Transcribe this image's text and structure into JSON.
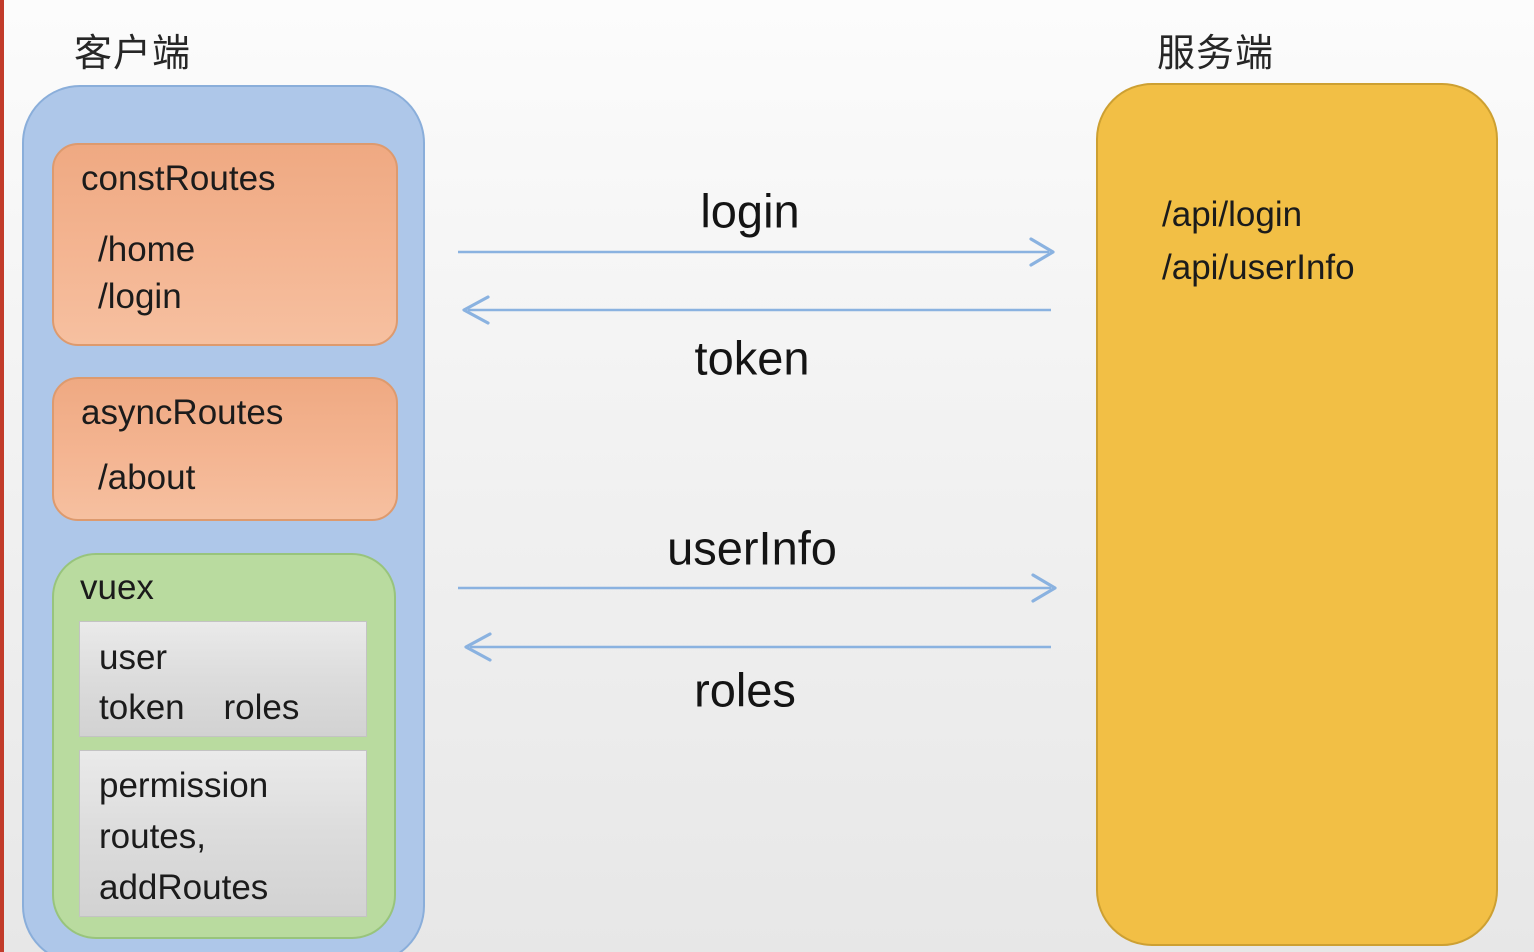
{
  "page": {
    "client": {
      "title": "客户端",
      "const_routes": {
        "title": "constRoutes",
        "routes": [
          "/home",
          "/login"
        ]
      },
      "async_routes": {
        "title": "asyncRoutes",
        "routes": [
          "/about"
        ]
      },
      "vuex": {
        "title": "vuex",
        "state_box": {
          "lines": [
            "user",
            "token    roles"
          ]
        },
        "permission_box": {
          "lines": [
            "permission",
            "routes,",
            "addRoutes"
          ]
        }
      }
    },
    "messages": [
      {
        "label": "login",
        "direction": "right"
      },
      {
        "label": "token",
        "direction": "left"
      },
      {
        "label": "userInfo",
        "direction": "right"
      },
      {
        "label": "roles",
        "direction": "left"
      }
    ],
    "server": {
      "title": "服务端",
      "endpoints": [
        "/api/login",
        "/api/userInfo"
      ]
    },
    "colors": {
      "client_container": "#aec7e9",
      "route_box": "#f2b28d",
      "vuex_box": "#b9db9f",
      "state_panel": "#dcdcdc",
      "server_box": "#f2bf45",
      "arrow": "#8ab2e0",
      "left_edge_strip": "#c23b2a"
    }
  }
}
